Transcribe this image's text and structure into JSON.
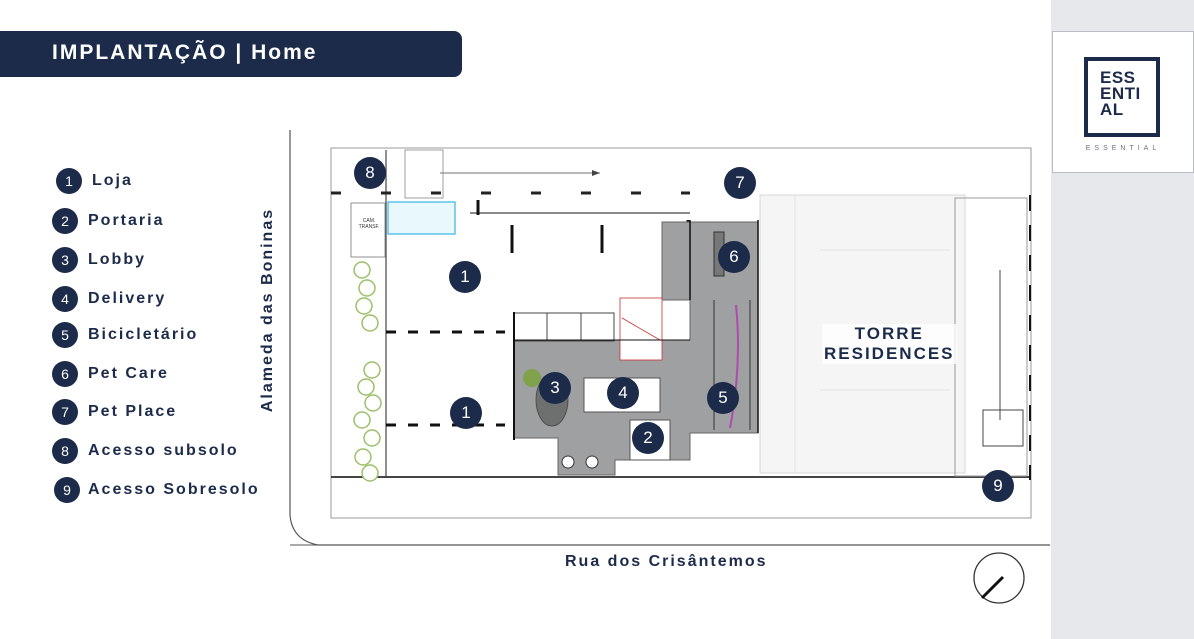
{
  "header": {
    "title": "IMPLANTAÇÃO | Home"
  },
  "logo": {
    "lines": [
      "ESS",
      "ENTI",
      "AL"
    ],
    "tagline": "ESSENTIAL"
  },
  "legend": [
    {
      "num": "1",
      "label": "Loja"
    },
    {
      "num": "2",
      "label": "Portaria"
    },
    {
      "num": "3",
      "label": "Lobby"
    },
    {
      "num": "4",
      "label": "Delivery"
    },
    {
      "num": "5",
      "label": "Bicicletário"
    },
    {
      "num": "6",
      "label": "Pet Care"
    },
    {
      "num": "7",
      "label": "Pet Place"
    },
    {
      "num": "8",
      "label": "Acesso subsolo"
    },
    {
      "num": "9",
      "label": "Acesso Sobresolo"
    }
  ],
  "plan": {
    "markers": [
      "8",
      "7",
      "6",
      "1",
      "3",
      "4",
      "5",
      "1",
      "2",
      "9"
    ],
    "tower_label": [
      "TORRE",
      "RESIDENCES"
    ],
    "cam_transf": [
      "CAM.",
      "TRANSF."
    ]
  },
  "streets": {
    "bottom": "Rua dos Crisântemos",
    "left": "Alameda das Boninas"
  },
  "colors": {
    "navy": "#1c2b4a",
    "sidebar": "#e6e8ec",
    "lobby_gray": "#9ea0a2",
    "pool": "#5bc4e6",
    "bike_lane": "#b04ab0"
  }
}
